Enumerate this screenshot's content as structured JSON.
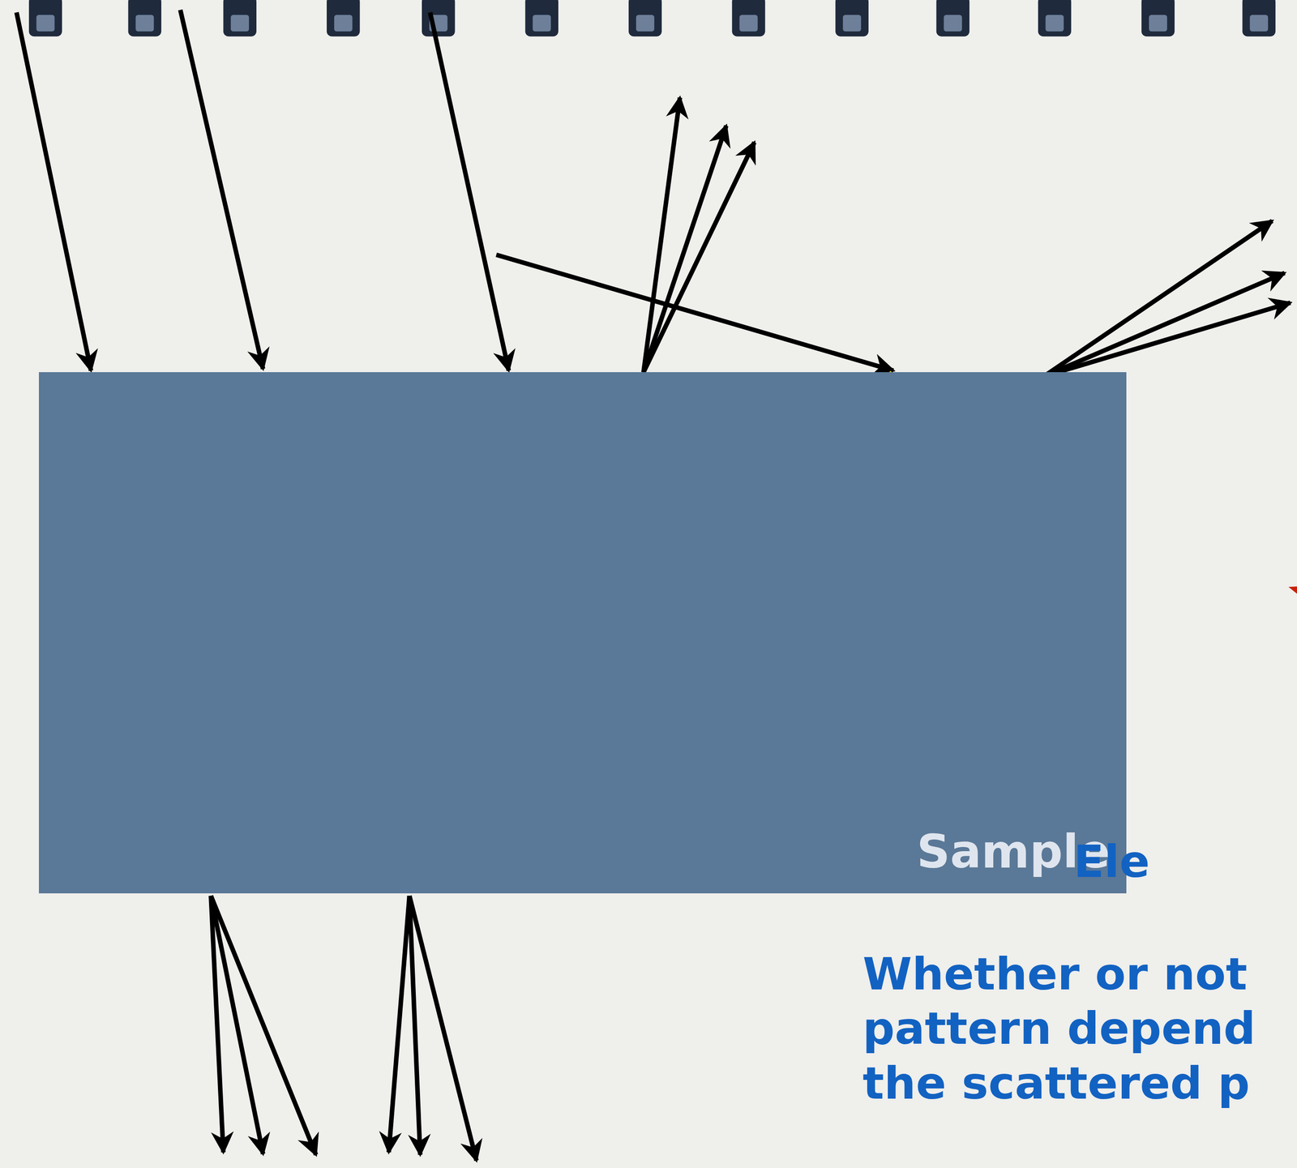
{
  "diagram": {
    "nodes": [
      {
        "text": [
          "Sample"
        ]
      }
    ],
    "labels": [
      "Ele",
      "Whether or not",
      "pattern depend",
      "the scattered p"
    ]
  }
}
